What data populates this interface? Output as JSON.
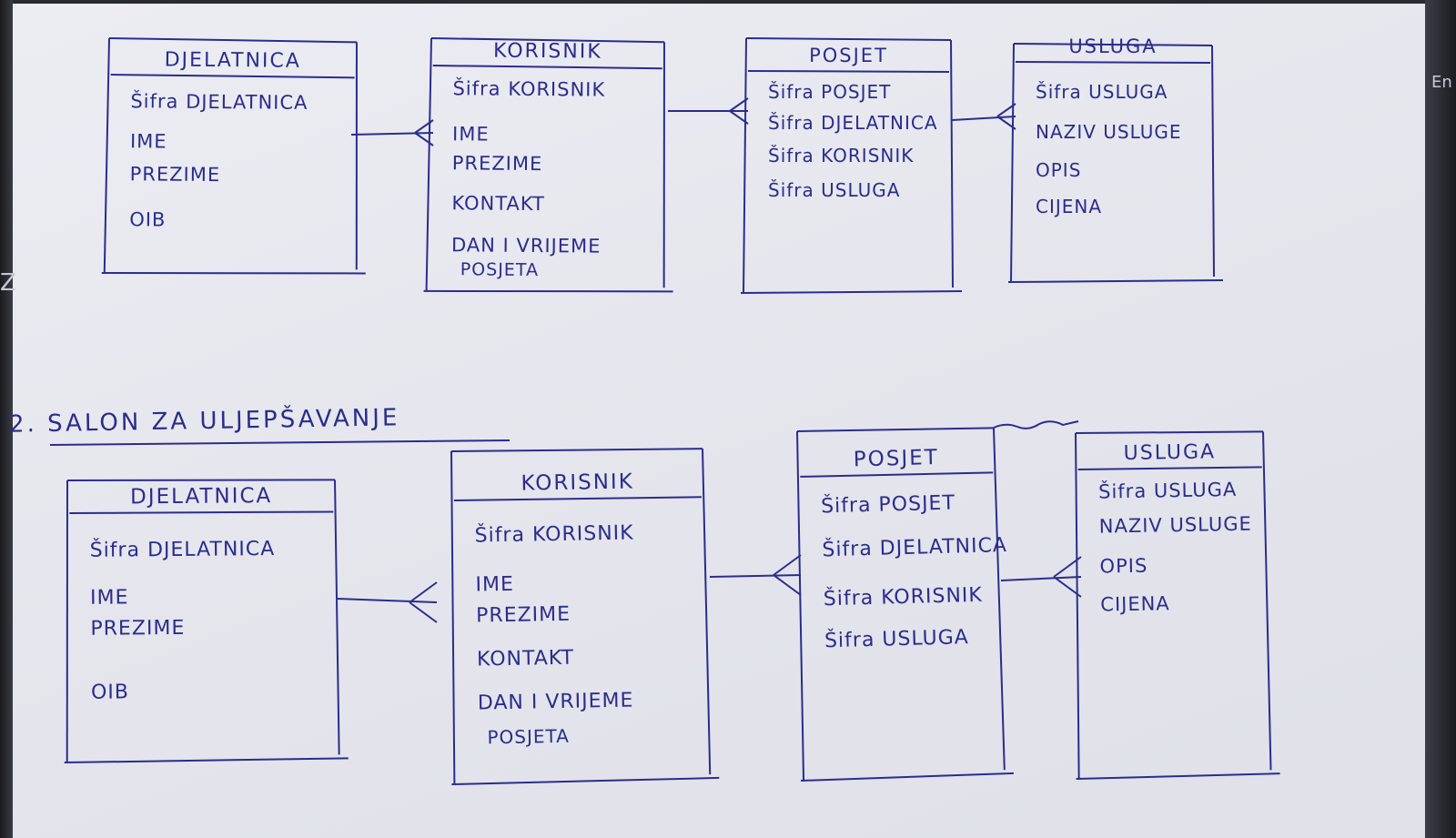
{
  "diagram_1": {
    "entities": [
      {
        "id": "d1-djelatnica",
        "name": "DJELATNICA",
        "attributes": [
          "Šifra DJELATNICA",
          "IME",
          "PREZIME",
          "OIB"
        ]
      },
      {
        "id": "d1-korisnik",
        "name": "KORISNIK",
        "attributes": [
          "Šifra KORISNIK",
          "IME",
          "PREZIME",
          "KONTAKT",
          "DAN I VRIJEME",
          "POSJETA"
        ]
      },
      {
        "id": "d1-posjet",
        "name": "POSJET",
        "attributes": [
          "Šifra POSJET",
          "Šifra DJELATNICA",
          "Šifra KORISNIK",
          "Šifra USLUGA"
        ]
      },
      {
        "id": "d1-usluga",
        "name": "USLUGA",
        "attributes": [
          "Šifra USLUGA",
          "NAZIV USLUGE",
          "OPIS",
          "CIJENA"
        ]
      }
    ],
    "relationships": [
      {
        "from": "DJELATNICA",
        "to": "KORISNIK",
        "to_end": "many"
      },
      {
        "from": "KORISNIK",
        "to": "POSJET",
        "to_end": "many"
      },
      {
        "from": "POSJET",
        "to": "USLUGA",
        "to_end": "many"
      }
    ]
  },
  "diagram_2": {
    "title": "2. SALON ZA ULJEPŠAVANJE",
    "entities": [
      {
        "id": "d2-djelatnica",
        "name": "DJELATNICA",
        "attributes": [
          "Šifra DJELATNICA",
          "IME",
          "PREZIME",
          "OIB"
        ]
      },
      {
        "id": "d2-korisnik",
        "name": "KORISNIK",
        "attributes": [
          "Šifra KORISNIK",
          "IME",
          "PREZIME",
          "KONTAKT",
          "DAN I VRIJEME",
          "POSJETA"
        ]
      },
      {
        "id": "d2-posjet",
        "name": "POSJET",
        "attributes": [
          "Šifra POSJET",
          "Šifra DJELATNICA",
          "Šifra KORISNIK",
          "Šifra USLUGA"
        ]
      },
      {
        "id": "d2-usluga",
        "name": "USLUGA",
        "attributes": [
          "Šifra USLUGA",
          "NAZIV USLUGE",
          "OPIS",
          "CIJENA"
        ]
      }
    ],
    "relationships": [
      {
        "from": "DJELATNICA",
        "to": "KORISNIK",
        "to_end": "many"
      },
      {
        "from": "KORISNIK",
        "to": "POSJET",
        "to_end": "many"
      },
      {
        "from": "POSJET",
        "to": "USLUGA",
        "to_end": "many"
      }
    ]
  },
  "edge_text": "En",
  "edge_mark": "Z",
  "colors": {
    "ink": "#2c2c8c",
    "paper": "#e8e9ef",
    "desk": "#2a2a31"
  }
}
